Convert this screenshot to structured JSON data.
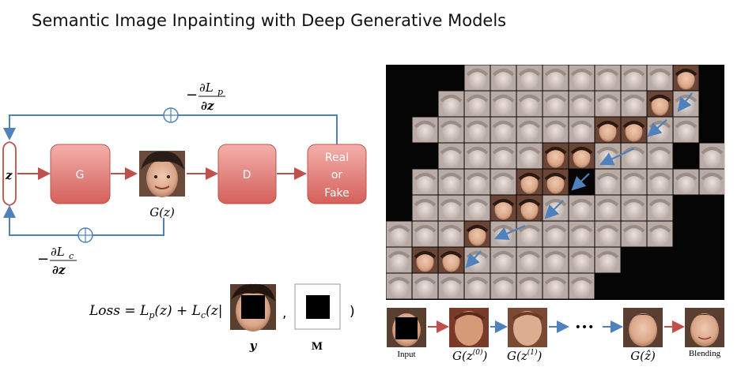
{
  "slide": {
    "title": "Semantic Image Inpainting with Deep Generative Models"
  },
  "diagram": {
    "z_label": "z",
    "g_label": "G",
    "gz_label": "G(z)",
    "d_label": "D",
    "real_fake": [
      "Real",
      "or",
      "Fake"
    ],
    "grad_p_num": "∂L",
    "grad_p_sub": "p",
    "grad_den": "∂z",
    "grad_c_sub": "c",
    "minus": "−",
    "loss_label": "Loss = L",
    "loss_p": "p",
    "loss_mid": "(z) + L",
    "loss_c": "c",
    "loss_tail": "(z|",
    "comma": ",",
    "close_paren": ")",
    "y_label": "y",
    "m_label": "M"
  },
  "pipeline": {
    "input": "Input",
    "g0": "G(z",
    "g0_sup": "(0)",
    "g1": "G(z",
    "g1_sup": "(1)",
    "ellipsis": "•••",
    "ghat": "G(ẑ)",
    "blending": "Blending",
    "close": ")"
  },
  "colors": {
    "box_top": "#f2a8a4",
    "box_bottom": "#d7625c",
    "box_border": "#c0504d",
    "red_arrow": "#c0504d",
    "blue_arrow": "#4f81bd",
    "mosaic_bg": "#050505"
  }
}
